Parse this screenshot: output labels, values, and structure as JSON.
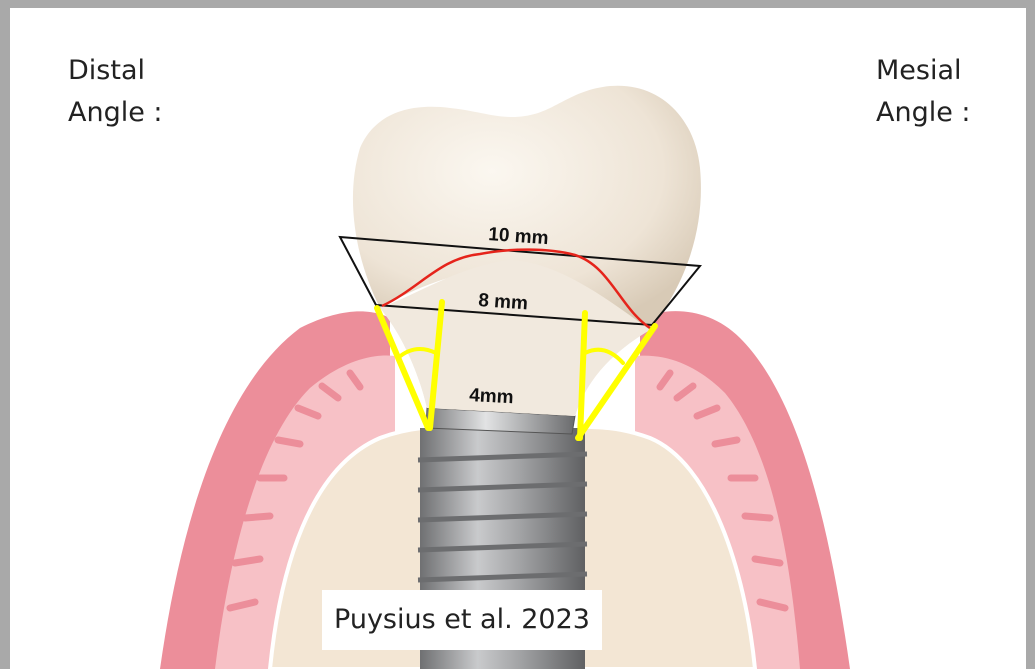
{
  "labels": {
    "distal": "Distal\nAngle :",
    "mesial": "Mesial\nAngle :",
    "crown_width": "10 mm",
    "emergence_width": "8 mm",
    "platform_width": "4mm",
    "citation": "Puysius et al. 2023"
  },
  "colors": {
    "gum": "#ec8e9a",
    "gum_inner": "#f7c1c6",
    "bone": "#f3e6d4",
    "crown": "#efe6da",
    "implant": "#9fa0a2",
    "margin_line": "#e5241b",
    "angle_lines": "#ffff00",
    "outline": "#111111"
  }
}
